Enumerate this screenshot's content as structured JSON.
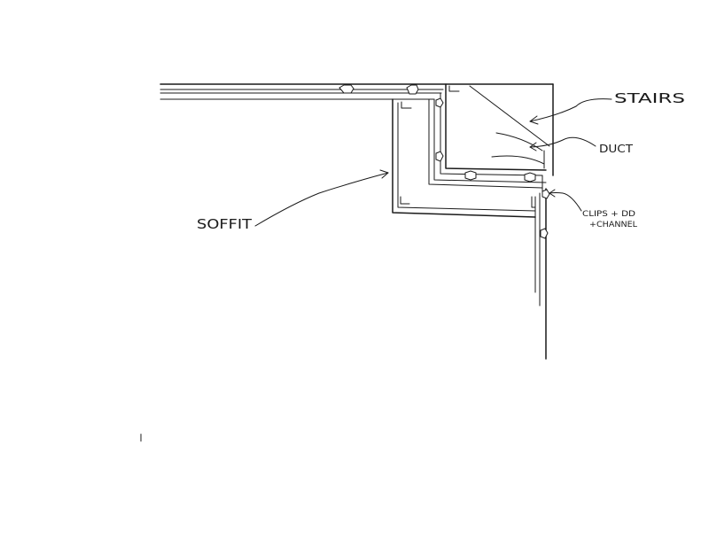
{
  "labels": {
    "stairs": "STAIRS",
    "duct": "DUCT",
    "soffit": "SOFFIT",
    "clips_line1": "CLIPS + DD",
    "clips_line2": "+CHANNEL"
  },
  "colors": {
    "ink": "#1a1a1a",
    "paper": "#ffffff"
  }
}
